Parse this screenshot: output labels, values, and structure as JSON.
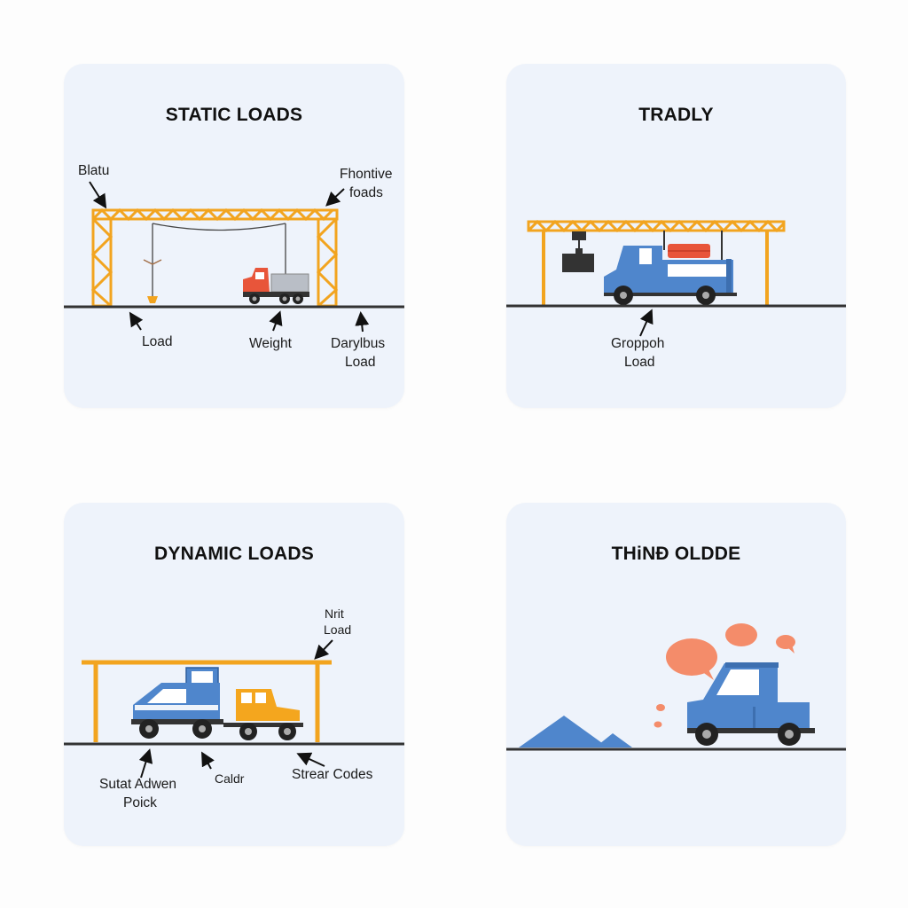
{
  "panels": {
    "static": {
      "title": "STATIC LOADS",
      "labels": {
        "blatu": "Blatu",
        "frontive": "Fhontive",
        "foads": "foads",
        "load": "Load",
        "weight": "Weight",
        "darylbus": "Darylbus",
        "darylbus_load": "Load"
      }
    },
    "tradly": {
      "title": "TRADLY",
      "labels": {
        "groppoh": "Groppoh",
        "groppoh_load": "Load"
      }
    },
    "dynamic": {
      "title": "DYNAMIC LOADS",
      "labels": {
        "nrit": "Nrit",
        "nrit_load": "Load",
        "sutat": "Sutat Adwen",
        "poick": "Poick",
        "caldr": "Caldr",
        "strear": "Strear Codes"
      }
    },
    "thing": {
      "title": "THiNĐ OLDDE"
    }
  },
  "colors": {
    "panel_bg": "#eef3fb",
    "truss": "#f2a41f",
    "truck_blue": "#4f86cc",
    "truck_red": "#e8553a",
    "truck_orange": "#f4a61e",
    "speech_bubble": "#f48c6a",
    "mountain": "#4f86cc",
    "ground": "#333333"
  },
  "icons": [
    "truss-crane-icon",
    "truck-icon",
    "hanging-weight-icon",
    "speech-bubble-icon",
    "mountain-icon"
  ]
}
